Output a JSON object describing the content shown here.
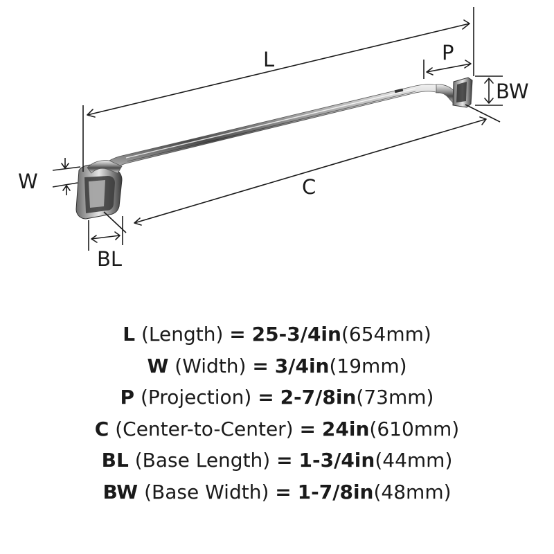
{
  "diagram": {
    "labels": {
      "L": "L",
      "P": "P",
      "BW": "BW",
      "W": "W",
      "C": "C",
      "BL": "BL"
    }
  },
  "specs": [
    {
      "code": "L",
      "name": "(Length)",
      "eq": "=",
      "value": "25-3/4in",
      "metric": "(654mm)"
    },
    {
      "code": "W",
      "name": "(Width)",
      "eq": "=",
      "value": "3/4in",
      "metric": "(19mm)"
    },
    {
      "code": "P",
      "name": "(Projection)",
      "eq": "=",
      "value": "2-7/8in",
      "metric": "(73mm)"
    },
    {
      "code": "C",
      "name": "(Center-to-Center)",
      "eq": "=",
      "value": "24in",
      "metric": "(610mm)"
    },
    {
      "code": "BL",
      "name": "(Base Length)",
      "eq": "=",
      "value": "1-3/4in",
      "metric": "(44mm)"
    },
    {
      "code": "BW",
      "name": "(Base Width)",
      "eq": "=",
      "value": "1-7/8in",
      "metric": "(48mm)"
    }
  ]
}
